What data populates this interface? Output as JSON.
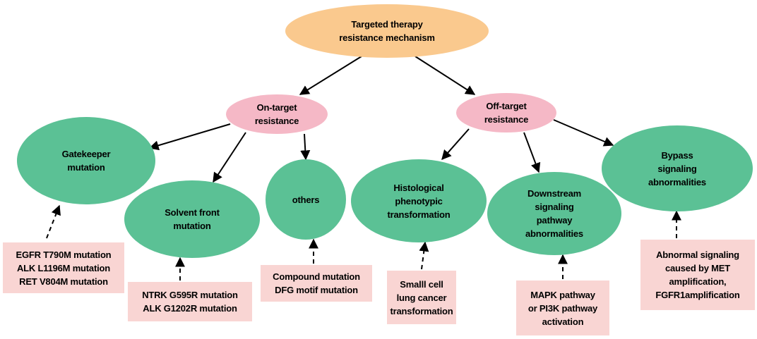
{
  "root": {
    "label": "Targeted therapy\nresistance mechanism"
  },
  "categories": {
    "on_target": {
      "label": "On-target\nresistance"
    },
    "off_target": {
      "label": "Off-target\nresistance"
    }
  },
  "mechanisms": {
    "gatekeeper": {
      "label": "Gatekeeper\nmutation"
    },
    "solvent_front": {
      "label": "Solvent front\nmutation"
    },
    "others": {
      "label": "others"
    },
    "histological": {
      "label": "Histological\nphenotypic\ntransformation"
    },
    "downstream": {
      "label": "Downstream\nsignaling\npathway\nabnormalities"
    },
    "bypass": {
      "label": "Bypass\nsignaling\nabnormalities"
    }
  },
  "examples": {
    "gatekeeper": {
      "label": "EGFR T790M mutation\nALK L1196M mutation\nRET V804M mutation"
    },
    "solvent_front": {
      "label": "NTRK G595R mutation\nALK G1202R mutation"
    },
    "others": {
      "label": "Compound mutation\nDFG motif mutation"
    },
    "histological": {
      "label": "Smalll cell\nlung cancer\ntransformation"
    },
    "downstream": {
      "label": "MAPK pathway\nor PI3K pathway\nactivation"
    },
    "bypass": {
      "label": "Abnormal signaling\ncaused by MET\namplification,\nFGFR1amplification"
    }
  },
  "colors": {
    "root_fill": "#fac98e",
    "category_fill": "#f5b8c6",
    "mechanism_fill": "#5bc195",
    "example_fill": "#f9d5d3",
    "arrow": "#000000"
  }
}
